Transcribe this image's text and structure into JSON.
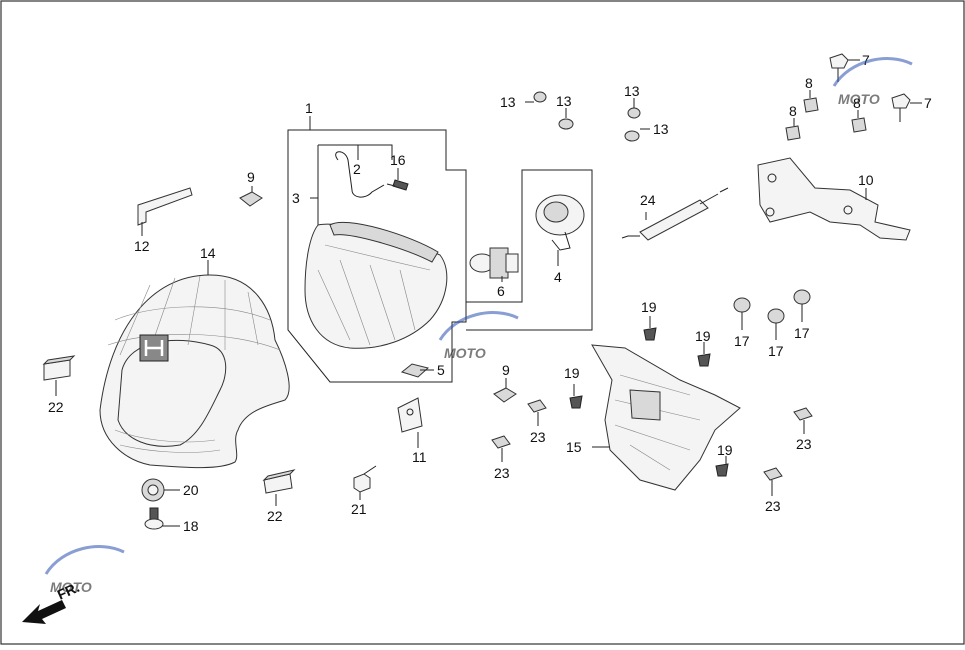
{
  "diagram": {
    "direction_label": "FR.",
    "watermark_text": "MOTO",
    "watermark_colors": {
      "blue": "#2a4fb0",
      "red": "#d0283a"
    },
    "callouts": [
      {
        "id": "c1",
        "num": "1"
      },
      {
        "id": "c2",
        "num": "2"
      },
      {
        "id": "c3",
        "num": "3"
      },
      {
        "id": "c16",
        "num": "16"
      },
      {
        "id": "c4",
        "num": "4"
      },
      {
        "id": "c5",
        "num": "5"
      },
      {
        "id": "c6",
        "num": "6"
      },
      {
        "id": "c7a",
        "num": "7"
      },
      {
        "id": "c7b",
        "num": "7"
      },
      {
        "id": "c8a",
        "num": "8"
      },
      {
        "id": "c8b",
        "num": "8"
      },
      {
        "id": "c8c",
        "num": "8"
      },
      {
        "id": "c9a",
        "num": "9"
      },
      {
        "id": "c9b",
        "num": "9"
      },
      {
        "id": "c10",
        "num": "10"
      },
      {
        "id": "c11",
        "num": "11"
      },
      {
        "id": "c12",
        "num": "12"
      },
      {
        "id": "c13a",
        "num": "13"
      },
      {
        "id": "c13b",
        "num": "13"
      },
      {
        "id": "c13c",
        "num": "13"
      },
      {
        "id": "c13d",
        "num": "13"
      },
      {
        "id": "c14",
        "num": "14"
      },
      {
        "id": "c15",
        "num": "15"
      },
      {
        "id": "c17a",
        "num": "17"
      },
      {
        "id": "c17b",
        "num": "17"
      },
      {
        "id": "c17c",
        "num": "17"
      },
      {
        "id": "c18",
        "num": "18"
      },
      {
        "id": "c19a",
        "num": "19"
      },
      {
        "id": "c19b",
        "num": "19"
      },
      {
        "id": "c19c",
        "num": "19"
      },
      {
        "id": "c19d",
        "num": "19"
      },
      {
        "id": "c20",
        "num": "20"
      },
      {
        "id": "c21",
        "num": "21"
      },
      {
        "id": "c22a",
        "num": "22"
      },
      {
        "id": "c22b",
        "num": "22"
      },
      {
        "id": "c23a",
        "num": "23"
      },
      {
        "id": "c23b",
        "num": "23"
      },
      {
        "id": "c23c",
        "num": "23"
      },
      {
        "id": "c23d",
        "num": "23"
      },
      {
        "id": "c24",
        "num": "24"
      }
    ]
  }
}
